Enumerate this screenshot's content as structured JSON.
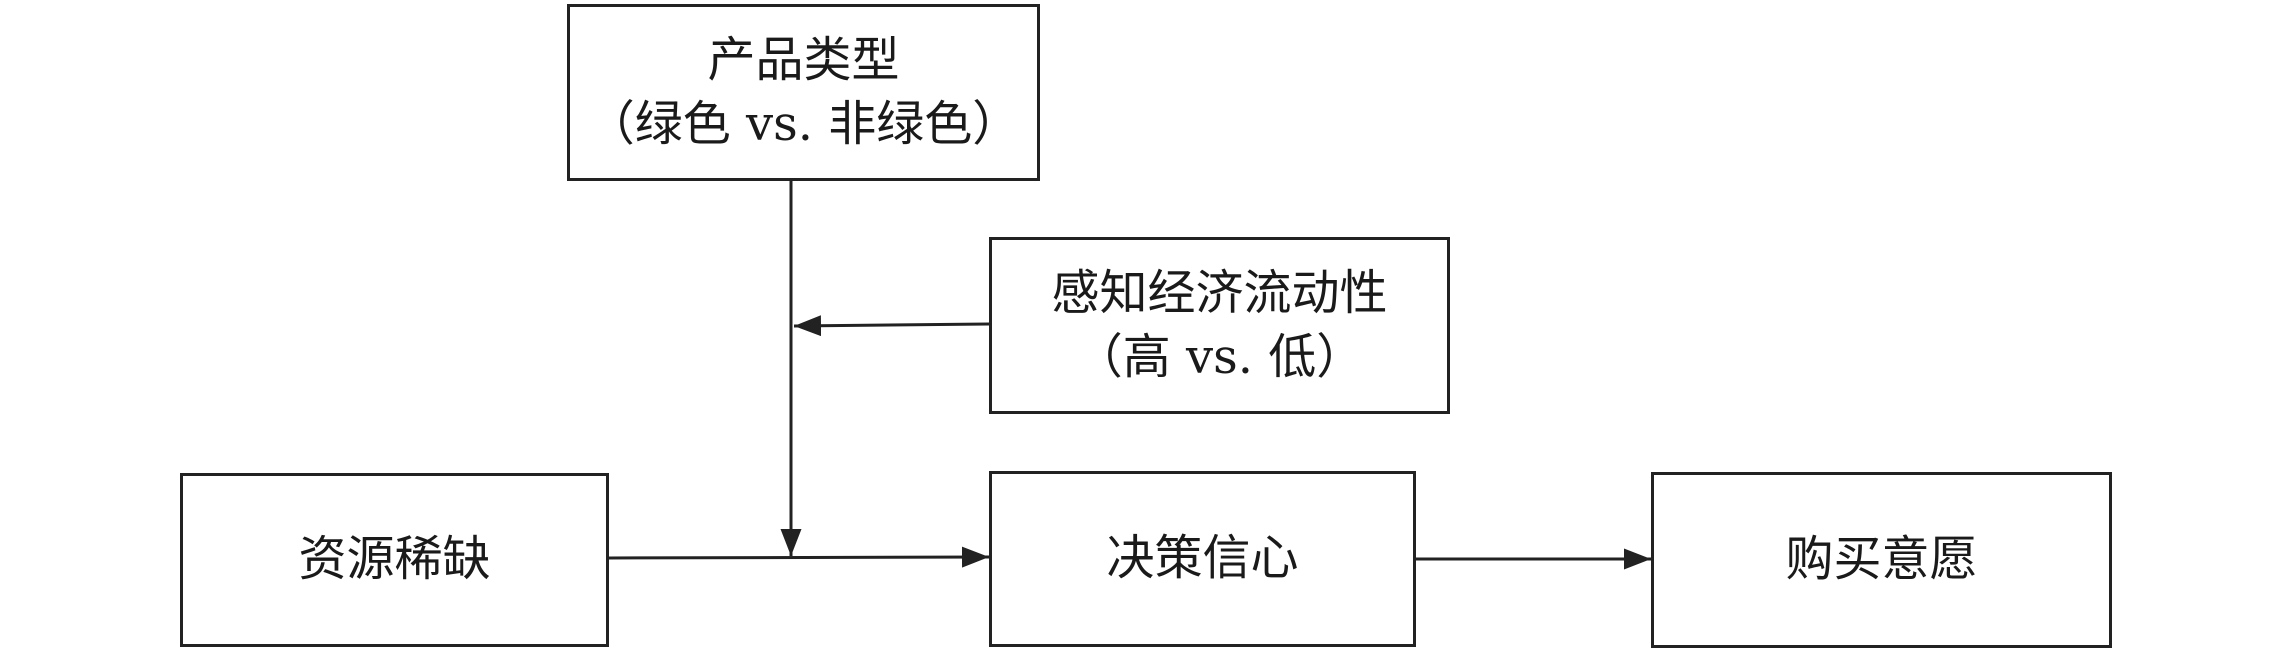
{
  "diagram": {
    "product_type": {
      "line1": "产品类型",
      "line2": "（绿色 vs. 非绿色）"
    },
    "liquidity": {
      "line1": "感知经济流动性",
      "line2": "（高 vs. 低）"
    },
    "scarcity": {
      "label": "资源稀缺"
    },
    "confidence": {
      "label": "决策信心"
    },
    "intention": {
      "label": "购买意愿"
    }
  }
}
